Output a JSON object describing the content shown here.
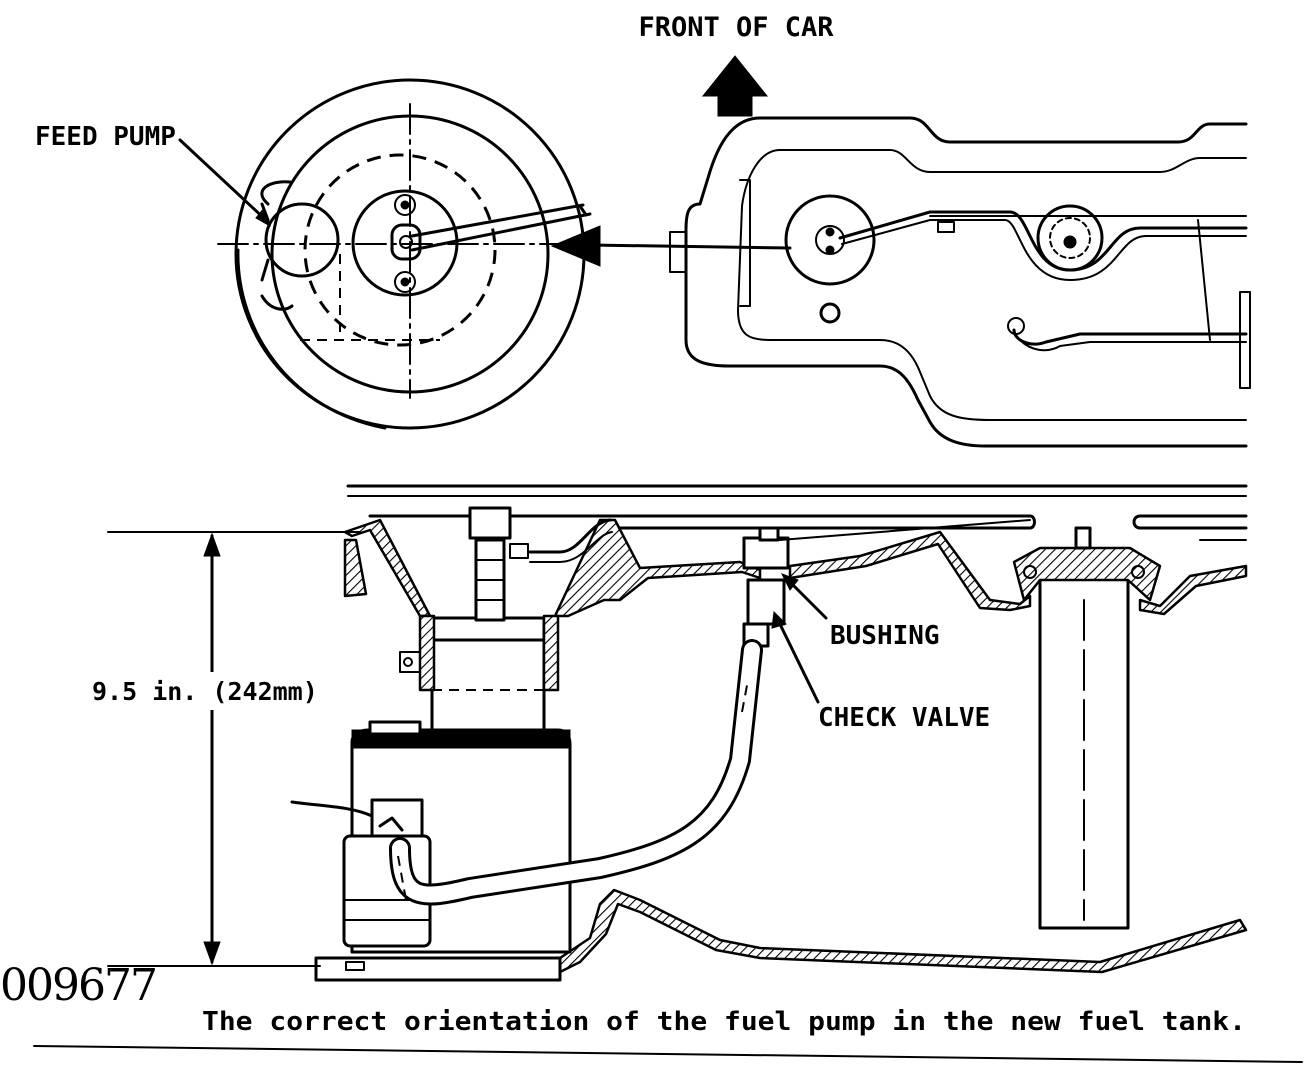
{
  "labels": {
    "front_of_car": "FRONT OF CAR",
    "feed_pump": "FEED PUMP",
    "bushing": "BUSHING",
    "check_valve": "CHECK VALVE",
    "dimension": "9.5 in. (242mm)"
  },
  "figure_number": "009677",
  "caption": "The correct orientation of the fuel pump in the new fuel tank."
}
